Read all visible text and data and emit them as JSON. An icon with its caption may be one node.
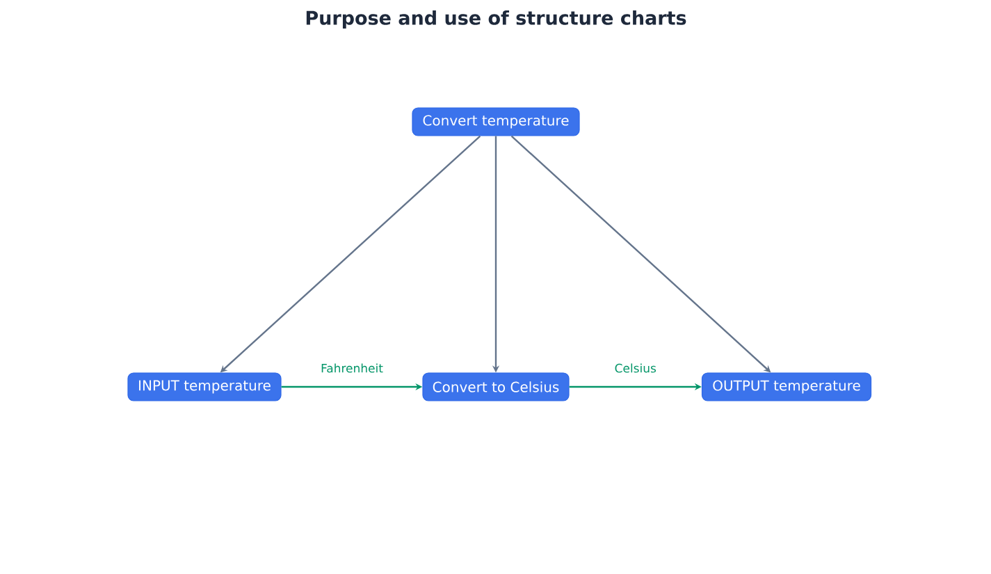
{
  "diagram": {
    "title": "Purpose and use of structure charts",
    "nodes": [
      {
        "text": [
          "Convert temperature"
        ]
      },
      {
        "text": [
          "INPUT temperature"
        ]
      },
      {
        "text": [
          "Convert to Celsius"
        ]
      },
      {
        "text": [
          "OUTPUT temperature"
        ]
      }
    ],
    "edges": [
      {
        "from": 0,
        "to": 1,
        "arrow": "to"
      },
      {
        "from": 0,
        "to": 2,
        "arrow": "to"
      },
      {
        "from": 0,
        "to": 3,
        "arrow": "to"
      },
      {
        "from": 1,
        "to": 2,
        "arrow": "to",
        "label": "Fahrenheit",
        "color": "#059669"
      },
      {
        "from": 2,
        "to": 3,
        "arrow": "to",
        "label": "Celsius",
        "color": "#059669"
      }
    ]
  }
}
